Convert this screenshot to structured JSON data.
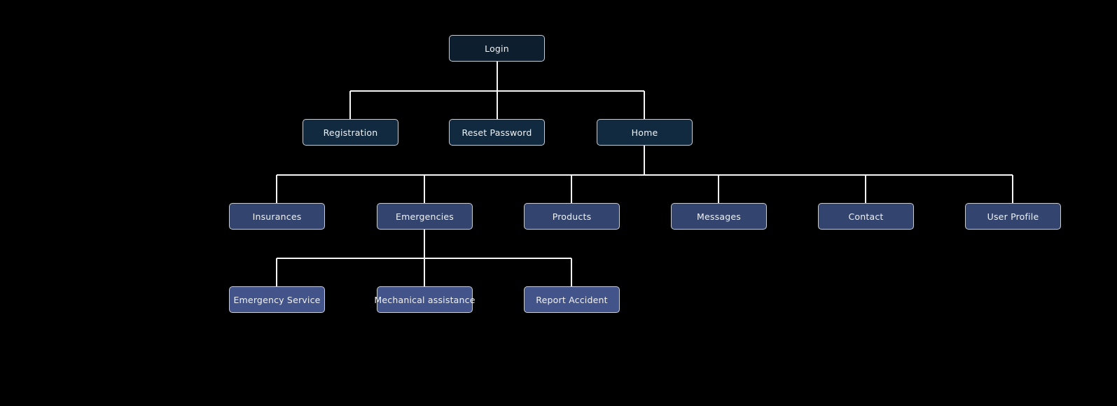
{
  "diagram": {
    "type": "flowchart",
    "background_color": "#000000",
    "connector_color": "#f5f5f5",
    "border_color": "#c9ced4",
    "text_color": "#f2f2f2",
    "level_colors": {
      "1": "#0d1e2e",
      "2": "#122a40",
      "3": "#33456e",
      "4": "#42548a"
    },
    "nodes": [
      {
        "id": "login",
        "label": "Login",
        "level": 1,
        "parent": null
      },
      {
        "id": "registration",
        "label": "Registration",
        "level": 2,
        "parent": "login"
      },
      {
        "id": "reset-password",
        "label": "Reset Password",
        "level": 2,
        "parent": "login"
      },
      {
        "id": "home",
        "label": "Home",
        "level": 2,
        "parent": "login"
      },
      {
        "id": "insurances",
        "label": "Insurances",
        "level": 3,
        "parent": "home"
      },
      {
        "id": "emergencies",
        "label": "Emergencies",
        "level": 3,
        "parent": "home"
      },
      {
        "id": "products",
        "label": "Products",
        "level": 3,
        "parent": "home"
      },
      {
        "id": "messages",
        "label": "Messages",
        "level": 3,
        "parent": "home"
      },
      {
        "id": "contact",
        "label": "Contact",
        "level": 3,
        "parent": "home"
      },
      {
        "id": "user-profile",
        "label": "User Profile",
        "level": 3,
        "parent": "home"
      },
      {
        "id": "emergency-service",
        "label": "Emergency Service",
        "level": 4,
        "parent": "emergencies"
      },
      {
        "id": "mechanical-assistance",
        "label": "Mechanical assistance",
        "level": 4,
        "parent": "emergencies"
      },
      {
        "id": "report-accident",
        "label": "Report Accident",
        "level": 4,
        "parent": "emergencies"
      }
    ]
  }
}
